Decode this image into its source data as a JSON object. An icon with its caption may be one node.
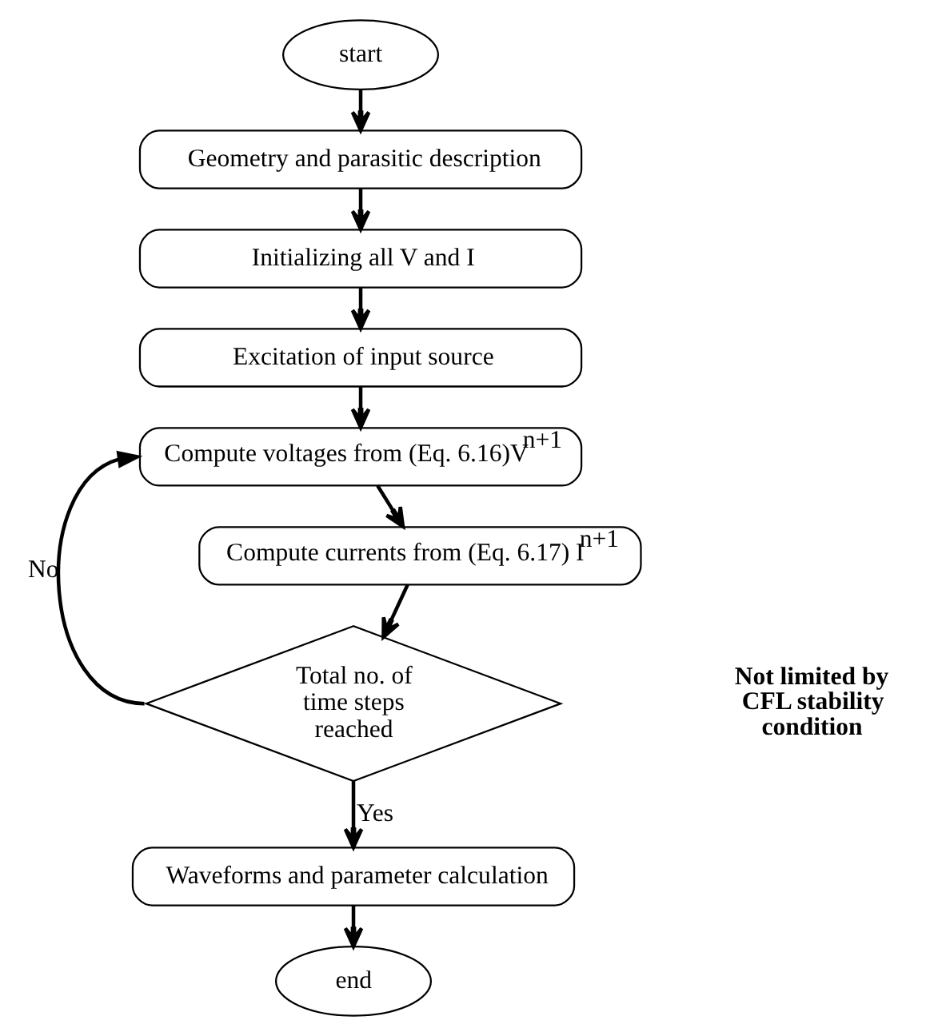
{
  "diagram": {
    "nodes": [
      {
        "text": [
          "start"
        ]
      },
      {
        "text": [
          "Geometry and parasitic description"
        ]
      },
      {
        "text": [
          "Initializing all V and I"
        ]
      },
      {
        "text": [
          "Excitation of input source"
        ]
      },
      {
        "text": [
          "Compute voltages from (Eq. 6.16)V$^{n+1}$"
        ]
      },
      {
        "text": [
          "Compute currents from (Eq. 6.17) I$^{n+1}$"
        ]
      },
      {
        "text": [
          "Total no. of time steps reached"
        ]
      },
      {
        "text": [
          "Waveforms and parameter calculation"
        ]
      },
      {
        "text": [
          "end"
        ]
      }
    ],
    "edges": [
      {
        "from": 0,
        "to": 1,
        "arrow": "to"
      },
      {
        "from": 1,
        "to": 2,
        "arrow": "to"
      },
      {
        "from": 2,
        "to": 3,
        "arrow": "to"
      },
      {
        "from": 3,
        "to": 4,
        "arrow": "to"
      },
      {
        "from": 4,
        "to": 5,
        "arrow": "to"
      },
      {
        "from": 5,
        "to": 6,
        "arrow": "to"
      },
      {
        "from": 6,
        "to": 7,
        "arrow": "to",
        "label": "Yes"
      },
      {
        "from": 6,
        "to": 4,
        "arrow": "to",
        "label": "No"
      },
      {
        "from": 7,
        "to": 8,
        "arrow": "to"
      }
    ],
    "labels": [
      "Not limited by CFL stability condition"
    ]
  }
}
